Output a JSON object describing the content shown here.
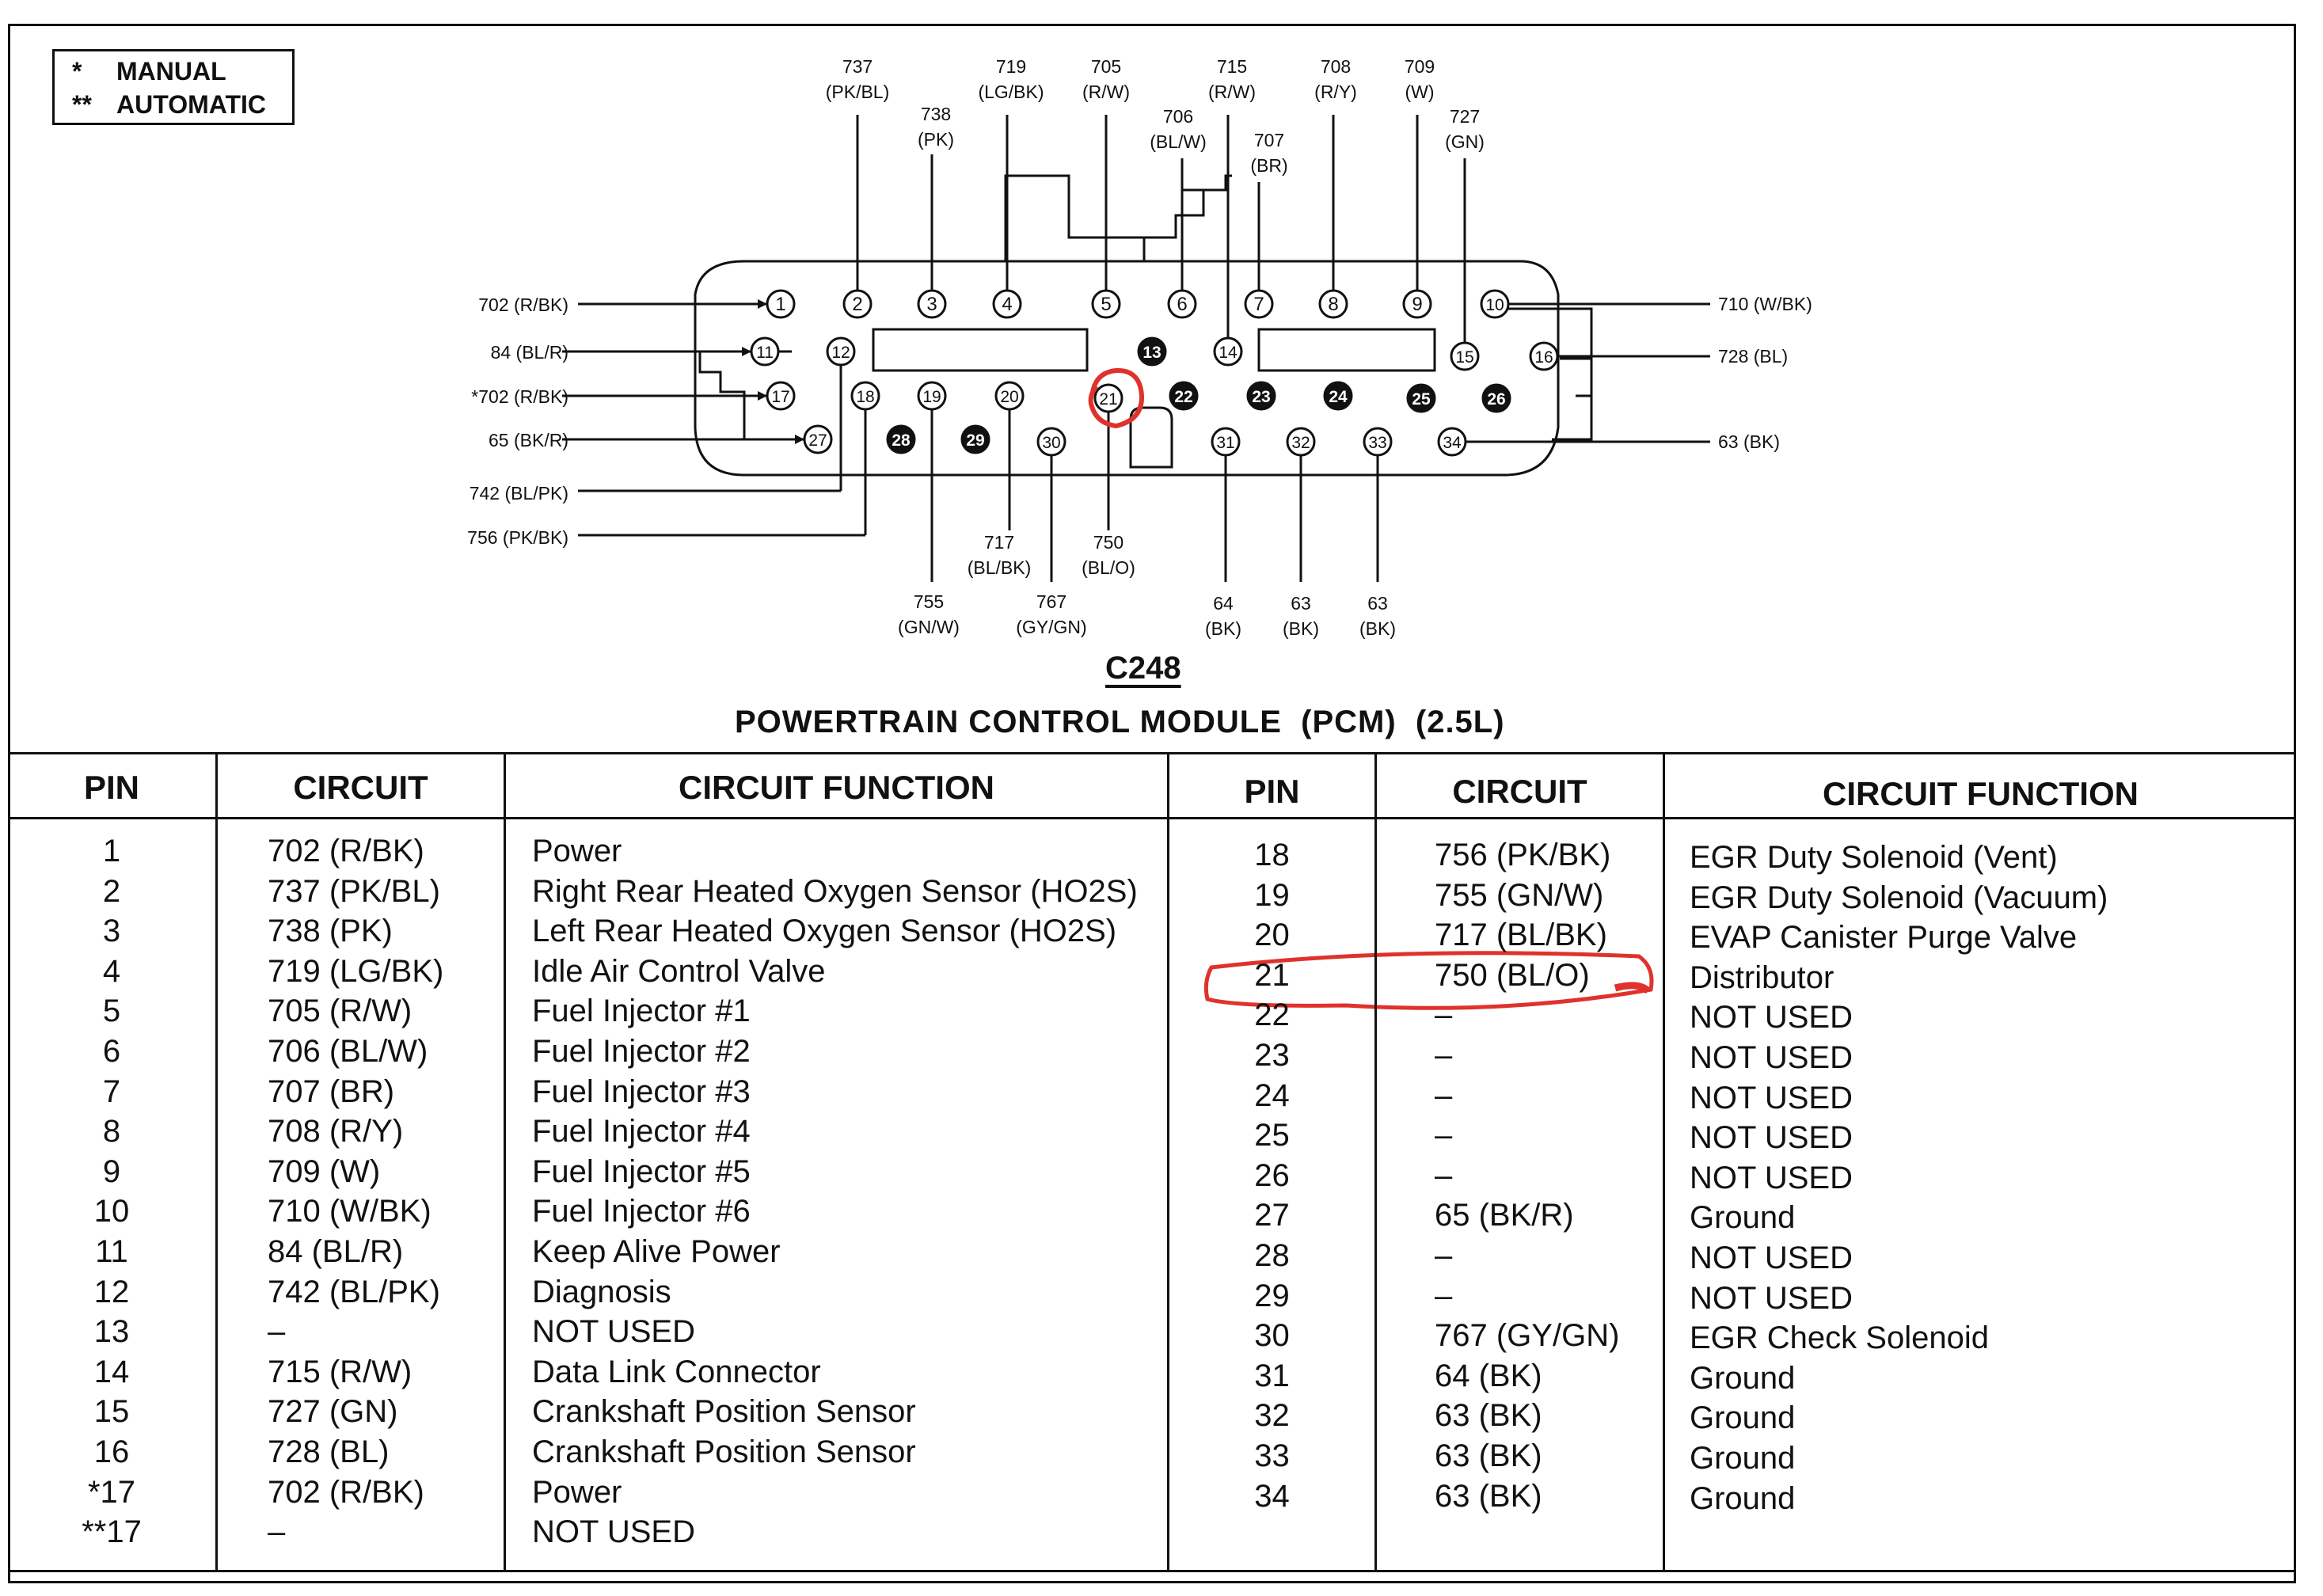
{
  "legend": [
    {
      "symbol": "*",
      "text": "MANUAL"
    },
    {
      "symbol": "**",
      "text": "AUTOMATIC"
    }
  ],
  "connector_name": "C248",
  "module_title": "POWERTRAIN CONTROL MODULE  (PCM)  (2.5L)",
  "headers": {
    "pin": "PIN",
    "circuit": "CIRCUIT",
    "function": "CIRCUIT FUNCTION"
  },
  "left_rows": [
    {
      "pin": "1",
      "circuit": "702 (R/BK)",
      "function": "Power"
    },
    {
      "pin": "2",
      "circuit": "737 (PK/BL)",
      "function": "Right Rear Heated Oxygen Sensor (HO2S)"
    },
    {
      "pin": "3",
      "circuit": "738 (PK)",
      "function": "Left Rear Heated Oxygen Sensor (HO2S)"
    },
    {
      "pin": "4",
      "circuit": "719 (LG/BK)",
      "function": "Idle Air Control Valve"
    },
    {
      "pin": "5",
      "circuit": "705 (R/W)",
      "function": "Fuel Injector #1"
    },
    {
      "pin": "6",
      "circuit": "706 (BL/W)",
      "function": "Fuel Injector #2"
    },
    {
      "pin": "7",
      "circuit": "707 (BR)",
      "function": "Fuel Injector #3"
    },
    {
      "pin": "8",
      "circuit": "708 (R/Y)",
      "function": "Fuel Injector #4"
    },
    {
      "pin": "9",
      "circuit": "709 (W)",
      "function": "Fuel Injector #5"
    },
    {
      "pin": "10",
      "circuit": "710 (W/BK)",
      "function": "Fuel Injector #6"
    },
    {
      "pin": "11",
      "circuit": "84 (BL/R)",
      "function": "Keep Alive Power"
    },
    {
      "pin": "12",
      "circuit": "742 (BL/PK)",
      "function": "Diagnosis"
    },
    {
      "pin": "13",
      "circuit": "–",
      "function": "NOT USED"
    },
    {
      "pin": "14",
      "circuit": "715 (R/W)",
      "function": "Data Link Connector"
    },
    {
      "pin": "15",
      "circuit": "727 (GN)",
      "function": "Crankshaft Position Sensor"
    },
    {
      "pin": "16",
      "circuit": "728 (BL)",
      "function": "Crankshaft Position Sensor"
    },
    {
      "pin": "*17",
      "circuit": "702 (R/BK)",
      "function": "Power"
    },
    {
      "pin": "**17",
      "circuit": "–",
      "function": "NOT USED"
    }
  ],
  "right_rows": [
    {
      "pin": "18",
      "circuit": "756 (PK/BK)",
      "function": "EGR Duty Solenoid (Vent)"
    },
    {
      "pin": "19",
      "circuit": "755 (GN/W)",
      "function": "EGR Duty Solenoid (Vacuum)"
    },
    {
      "pin": "20",
      "circuit": "717 (BL/BK)",
      "function": "EVAP Canister Purge Valve"
    },
    {
      "pin": "21",
      "circuit": "750 (BL/O)",
      "function": "Distributor"
    },
    {
      "pin": "22",
      "circuit": "–",
      "function": "NOT USED"
    },
    {
      "pin": "23",
      "circuit": "–",
      "function": "NOT USED"
    },
    {
      "pin": "24",
      "circuit": "–",
      "function": "NOT USED"
    },
    {
      "pin": "25",
      "circuit": "–",
      "function": "NOT USED"
    },
    {
      "pin": "26",
      "circuit": "–",
      "function": "NOT USED"
    },
    {
      "pin": "27",
      "circuit": "65 (BK/R)",
      "function": "Ground"
    },
    {
      "pin": "28",
      "circuit": "–",
      "function": "NOT USED"
    },
    {
      "pin": "29",
      "circuit": "–",
      "function": "NOT USED"
    },
    {
      "pin": "30",
      "circuit": "767 (GY/GN)",
      "function": "EGR Check Solenoid"
    },
    {
      "pin": "31",
      "circuit": "64 (BK)",
      "function": "Ground"
    },
    {
      "pin": "32",
      "circuit": "63 (BK)",
      "function": "Ground"
    },
    {
      "pin": "33",
      "circuit": "63 (BK)",
      "function": "Ground"
    },
    {
      "pin": "34",
      "circuit": "63 (BK)",
      "function": "Ground"
    }
  ],
  "wire_labels": {
    "w737": {
      "num": "737",
      "color": "(PK/BL)"
    },
    "w738": {
      "num": "738",
      "color": "(PK)"
    },
    "w719": {
      "num": "719",
      "color": "(LG/BK)"
    },
    "w705": {
      "num": "705",
      "color": "(R/W)"
    },
    "w706": {
      "num": "706",
      "color": "(BL/W)"
    },
    "w715": {
      "num": "715",
      "color": "(R/W)"
    },
    "w707": {
      "num": "707",
      "color": "(BR)"
    },
    "w708": {
      "num": "708",
      "color": "(R/Y)"
    },
    "w709": {
      "num": "709",
      "color": "(W)"
    },
    "w727": {
      "num": "727",
      "color": "(GN)"
    },
    "w717": {
      "num": "717",
      "color": "(BL/BK)"
    },
    "w750": {
      "num": "750",
      "color": "(BL/O)"
    },
    "w755": {
      "num": "755",
      "color": "(GN/W)"
    },
    "w767": {
      "num": "767",
      "color": "(GY/GN)"
    },
    "w64": {
      "num": "64",
      "color": "(BK)"
    },
    "w63a": {
      "num": "63",
      "color": "(BK)"
    },
    "w63b": {
      "num": "63",
      "color": "(BK)"
    },
    "l702": "702 (R/BK)",
    "l84": "84 (BL/R)",
    "l702s": "*702 (R/BK)",
    "l65": "65 (BK/R)",
    "l742": "742 (BL/PK)",
    "l756": "756 (PK/BK)",
    "r710": "710 (W/BK)",
    "r728": "728 (BL)",
    "r63": "63 (BK)"
  },
  "pins_open": [
    "1",
    "2",
    "3",
    "4",
    "5",
    "6",
    "7",
    "8",
    "9",
    "10",
    "11",
    "12",
    "14",
    "15",
    "16",
    "17",
    "18",
    "19",
    "20",
    "21",
    "27",
    "30",
    "31",
    "32",
    "33",
    "34"
  ],
  "pins_filled": [
    "13",
    "22",
    "23",
    "24",
    "25",
    "26",
    "28",
    "29"
  ],
  "colors": {
    "ink": "#111111",
    "annotation": "#e0322c"
  }
}
